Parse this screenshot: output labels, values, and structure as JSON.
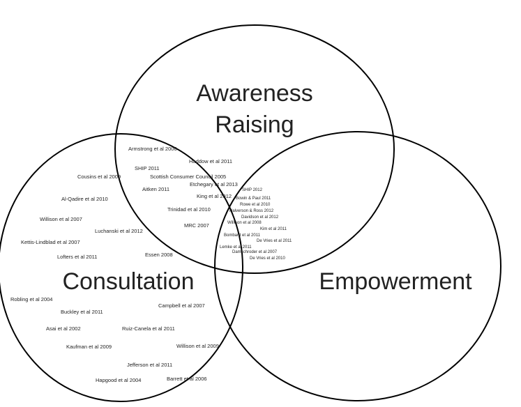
{
  "colors": {
    "stroke": "#000000",
    "text": "#222222",
    "background": "#ffffff"
  },
  "sets": {
    "awareness": {
      "label_line1": "Awareness",
      "label_line2": "Raising"
    },
    "consultation": {
      "label": "Consultation"
    },
    "empowerment": {
      "label": "Empowerment"
    }
  },
  "awareness_consultation": [
    "Armstrong et al 2006",
    "Haddow et al 2011",
    "SHIP 2011",
    "Cousins et al 2009",
    "Scottish Consumer Council 2005",
    "Etchegary et al 2013",
    "Aitken 2011",
    "King et al 2012",
    "Trinidad et al 2010",
    "MRC 2007"
  ],
  "all_three": [
    "SHIP 2012",
    "Bowin & Paul 2011",
    "Rowe et al 2010",
    "Halverson & Ross 2012",
    "Davidson et al 2012",
    "Willison et al 2008",
    "Kim et al 2011",
    "Bombard et al 2011",
    "De Vries et al 2011",
    "Lemke et al 2011",
    "Damschroder et al 2007",
    "De Vries et al 2010"
  ],
  "consultation_only": [
    "Al-Qadire et al 2010",
    "Willison et al 2007",
    "Luchanski et al 2012",
    "Kettis-Lindblad et al 2007",
    "Lofters et al 2011",
    "Essen 2008",
    "Robling et al 2004",
    "Buckley et al 2011",
    "Campbell et al 2007",
    "Asai et al 2002",
    "Ruiz-Canela et al 2011",
    "Kaufman et al 2009",
    "Willison et al 2009",
    "Jefferson et al 2011",
    "Hapgood et al 2004",
    "Barrett et al 2006"
  ]
}
